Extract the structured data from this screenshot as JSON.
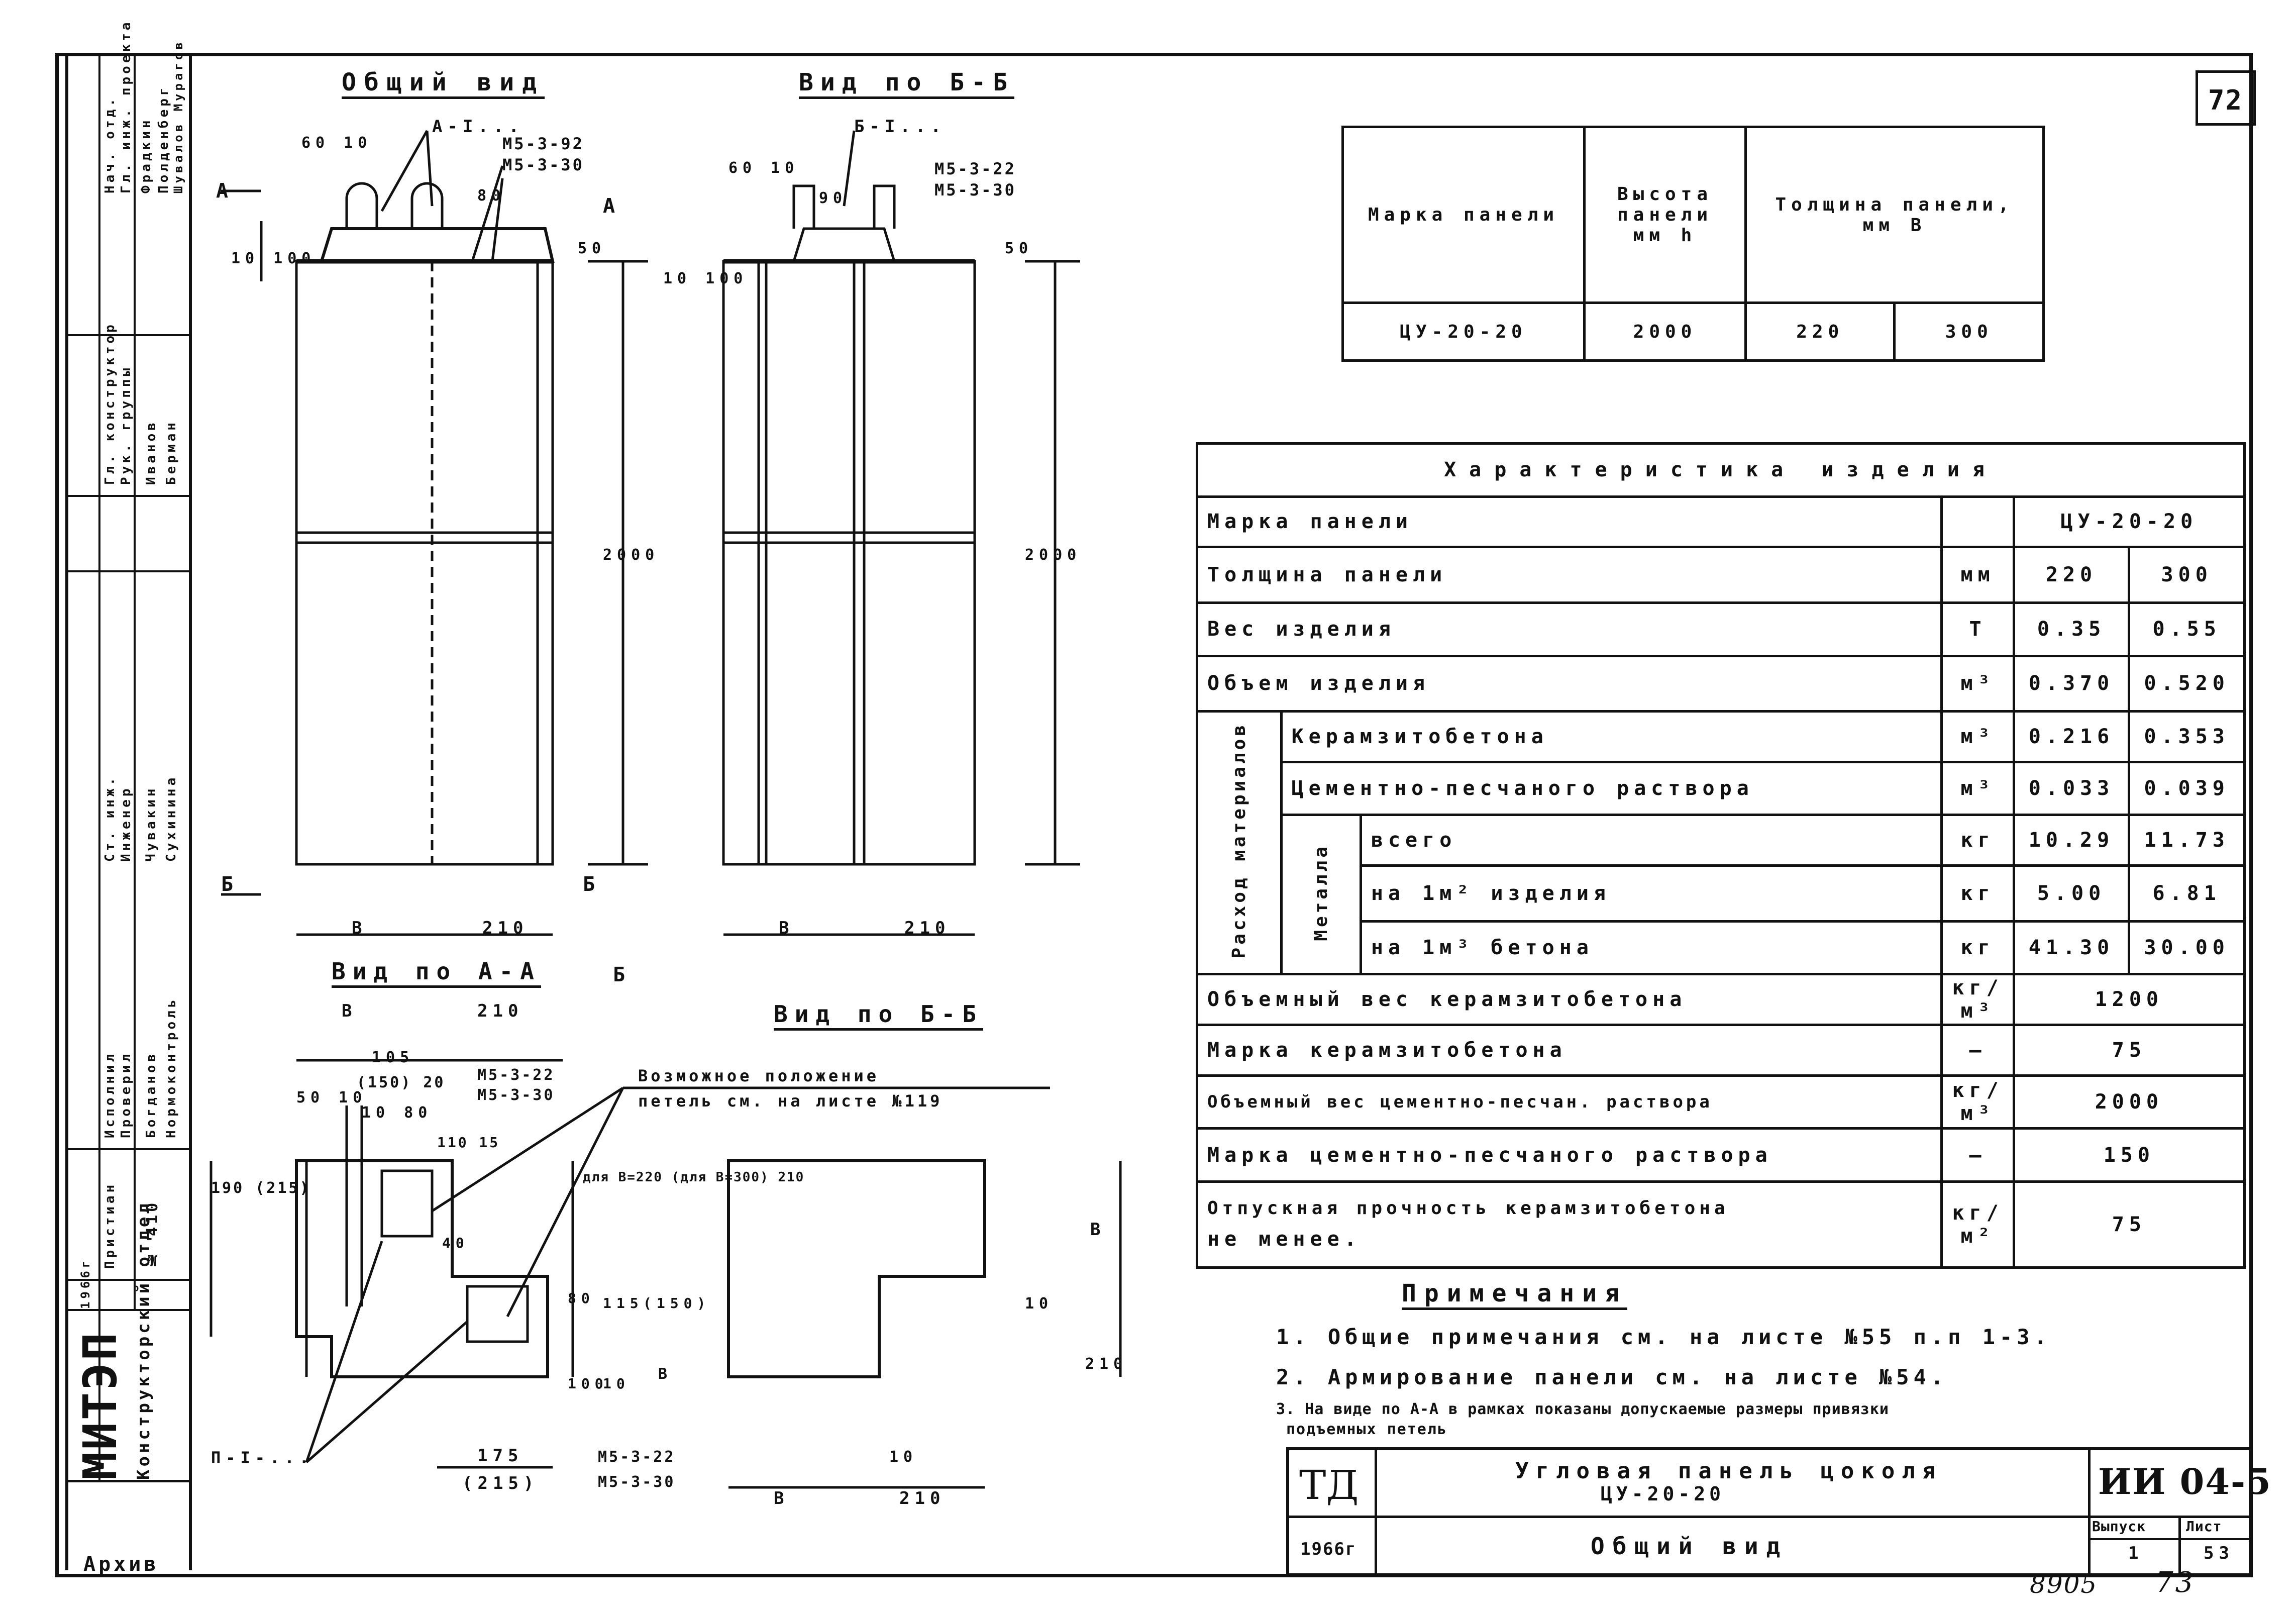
{
  "sheet_number_top": "72",
  "view_titles": {
    "general": "Общий вид",
    "view_bb_top": "Вид по Б-Б",
    "view_aa": "Вид по А-А",
    "view_bb_bottom": "Вид по Б-Б"
  },
  "labels": {
    "section_a": "А-I...",
    "section_b": "Б-I...",
    "m5392": "М5-3-92",
    "m5330": "М5-3-30",
    "m5392b": "М5-3-22",
    "m5330b": "М5-3-30",
    "m5392c": "М5-3-22",
    "m5330c": "М5-3-30",
    "m5392d": "М5-3-22",
    "m5330d": "М5-3-30",
    "dim_6010": "60 10",
    "dim_6010b": "60 10",
    "dim_80": "80",
    "dim_90": "90",
    "dim_50": "50",
    "dim_50b": "50",
    "dim_10100": "10 100",
    "dim_10100b": "10 100",
    "dim_2000": "2000",
    "dim_2000b": "2000",
    "dim_b": "В",
    "dim_210": "210",
    "dim_b2": "В",
    "dim_210b": "210",
    "dim_b3": "В",
    "dim_210c": "210",
    "mark_a": "А",
    "mark_a2": "А",
    "mark_b": "Б",
    "mark_b2": "Б",
    "mark_b3": "Б",
    "dim_105": "105",
    "dim_150_20": "(150) 20",
    "dim_50_10": "50 10",
    "dim_10_80": "10 80",
    "dim_190": "190 (215)",
    "dim_110_15": "110 15",
    "dim_40": "40",
    "dim_dla": "для В=220 (для В=300) 210",
    "dim_80b": "80",
    "dim_115": "115",
    "dim_150b": "(150)",
    "dim_b4": "В",
    "dim_100": "100",
    "dim_10": "10",
    "dim_175": "175",
    "dim_215": "(215)",
    "dim_b5": "В",
    "dim_210d": "210",
    "dim_10b": "10",
    "dim_b6": "В",
    "dim_210e": "210",
    "dim_10c": "10",
    "loop_note_1": "Возможное положение",
    "loop_note_2": "петель см. на листе №119",
    "pi_label": "П-I-..."
  },
  "panel_table": {
    "header_mark": "Марка панели",
    "header_height": "Высота панели мм h",
    "header_thickness": "Толщина панели, мм В",
    "row_mark": "ЦУ-20-20",
    "row_height": "2000",
    "row_t1": "220",
    "row_t2": "300"
  },
  "char_table": {
    "title": "Характеристика изделия",
    "rows": [
      {
        "label": "Марка панели",
        "unit": "",
        "v1": "ЦУ-20-20",
        "v2": ""
      },
      {
        "label": "Толщина панели",
        "unit": "мм",
        "v1": "220",
        "v2": "300"
      },
      {
        "label": "Вес изделия",
        "unit": "Т",
        "v1": "0.35",
        "v2": "0.55"
      },
      {
        "label": "Объем изделия",
        "unit": "м³",
        "v1": "0.370",
        "v2": "0.520"
      }
    ],
    "group_label": "Расход материалов",
    "sub_rows": [
      {
        "label": "Керамзитобетона",
        "unit": "м³",
        "v1": "0.216",
        "v2": "0.353"
      },
      {
        "label": "Цементно-песчаного раствора",
        "unit": "м³",
        "v1": "0.033",
        "v2": "0.039"
      }
    ],
    "metal_label": "Металла",
    "metal_rows": [
      {
        "label": "всего",
        "unit": "кг",
        "v1": "10.29",
        "v2": "11.73"
      },
      {
        "label": "на 1м² изделия",
        "unit": "кг",
        "v1": "5.00",
        "v2": "6.81"
      },
      {
        "label": "на 1м³ бетона",
        "unit": "кг",
        "v1": "41.30",
        "v2": "30.00"
      }
    ],
    "merged_rows": [
      {
        "label": "Объемный вес керамзитобетона",
        "unit": "кг/м³",
        "v": "1200"
      },
      {
        "label": "Марка керамзитобетона",
        "unit": "—",
        "v": "75"
      },
      {
        "label": "Объемный вес цементно-песчан. раствора",
        "unit": "кг/м³",
        "v": "2000"
      },
      {
        "label": "Марка цементно-песчаного раствора",
        "unit": "—",
        "v": "150"
      }
    ],
    "last_row_label_1": "Отпускная прочность керамзитобетона",
    "last_row_label_2": "не менее.",
    "last_row_unit": "кг/м²",
    "last_row_value": "75"
  },
  "notes": {
    "title": "Примечания",
    "n1": "1. Общие примечания см. на листе №55 п.п 1-3.",
    "n2": "2. Армирование панели см. на листе №54.",
    "n3a": "3. На виде по А-А в рамках показаны допускаемые размеры привязки",
    "n3b": "подъемных петель"
  },
  "title_block": {
    "td": "ТД",
    "year": "1966г",
    "title1": "Угловая панель цоколя",
    "title2": "ЦУ-20-20",
    "subtitle": "Общий вид",
    "code": "ИИ 04-5",
    "vypusk_label": "Выпуск",
    "list_label": "Лист",
    "vypusk": "1",
    "list": "53"
  },
  "left_stamp": {
    "org": "МИТЭП",
    "dept": "Конструкторский отдел",
    "arch": "Архив",
    "roles": [
      "Нач. отд.",
      "Гл. инж. проекта",
      "Гл. конструктор",
      "Рук. группы",
      "Ст. инж.",
      "Инженер",
      "Исполнил",
      "Проверил",
      "Нормоконтроль"
    ],
    "names": [
      "Фрадкин",
      "Полденберг",
      "Шувалов Мурагов",
      "Иванов",
      "Берман",
      "Чувакин",
      "Сухинина",
      "Богданов",
      "Пристиан"
    ],
    "date": "1966г",
    "no": "№ 410"
  },
  "footer": {
    "num1": "8905",
    "num2": "73"
  }
}
